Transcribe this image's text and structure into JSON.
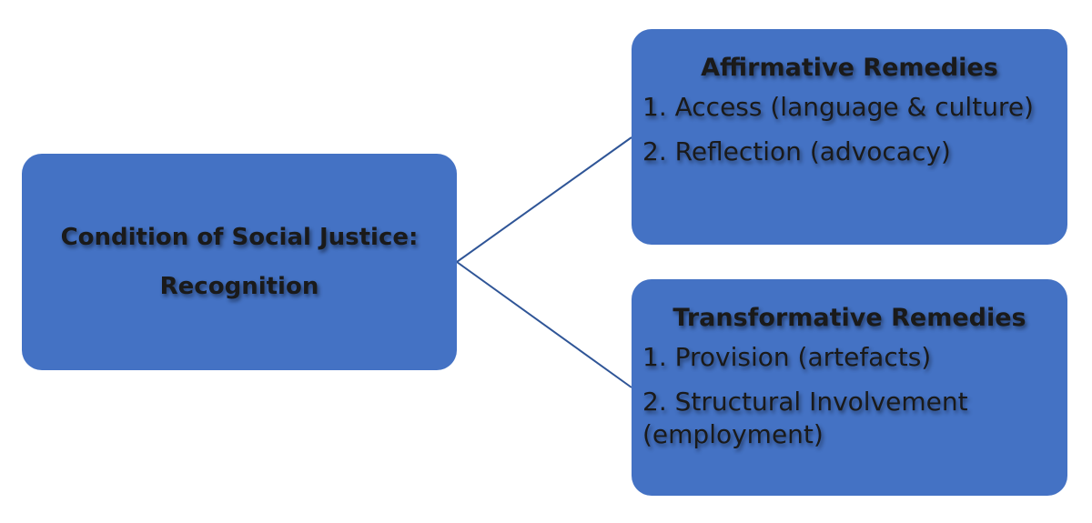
{
  "colors": {
    "box_fill": "#4472c4",
    "connector": "#2f5597",
    "text": "#1a1a1a"
  },
  "root": {
    "line1": "Condition of Social Justice:",
    "line2": "Recognition"
  },
  "affirmative": {
    "title": "Affirmative Remedies",
    "items": [
      "1. Access (language & culture)",
      "2. Reflection (advocacy)"
    ]
  },
  "transformative": {
    "title": "Transformative Remedies",
    "items": [
      "1. Provision (artefacts)",
      "2. Structural Involvement (employment)"
    ]
  }
}
